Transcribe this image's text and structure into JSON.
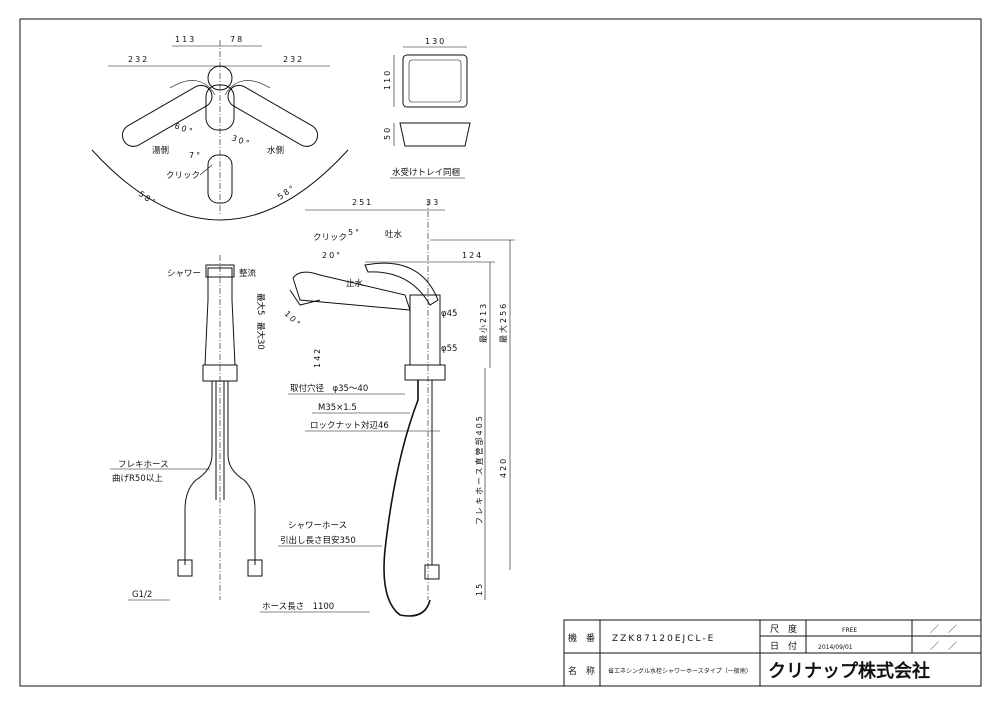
{
  "top_view": {
    "dims": {
      "d113": "113",
      "d78": "78",
      "d232_left": "232",
      "d232_right": "232",
      "d60": "60°",
      "d30": "30°",
      "d7": "7°",
      "d58_left": "58°",
      "d58_right": "58°"
    },
    "labels": {
      "hot_side": "湯側",
      "cold_side": "水側",
      "click": "クリック"
    }
  },
  "tray": {
    "w130": "130",
    "h110": "110",
    "h50": "50",
    "caption": "水受けトレイ同梱"
  },
  "side_view": {
    "dims": {
      "d251": "251",
      "d33": "33",
      "d124": "124",
      "d5": "5°",
      "d20": "20°",
      "d10": "10°",
      "d142": "142",
      "max256": "最大256",
      "min213": "最小213",
      "phi45": "φ45",
      "phi55": "φ55",
      "d405": "フレキホース直管部405",
      "d420": "420",
      "d15": "15"
    },
    "labels": {
      "click": "クリック",
      "spout": "吐水",
      "stop": "止水"
    }
  },
  "front_view": {
    "labels": {
      "shower": "シャワー",
      "rectified": "整流",
      "max5": "最大5",
      "max30": "最大30"
    }
  },
  "notes": {
    "hole": "取付穴径　φ35～40",
    "thread": "M35×1.5",
    "locknut": "ロックナット対辺46",
    "flex_hose": "フレキホース",
    "bend": "曲げR50以上",
    "g12": "G1/2",
    "shower_hose": "シャワーホース",
    "pull_length": "引出し長さ目安350",
    "hose_length": "ホース長さ　1100"
  },
  "title_block": {
    "model_label": "機　番",
    "model": "ZZK87120EJCL-E",
    "scale_label": "尺　度",
    "scale": "FREE",
    "date_label": "日　付",
    "date": "2014/09/01",
    "name_label": "名　称",
    "name": "省エネシングル水栓シャワーホースタイプ（一般地）",
    "slash1": "／　／",
    "slash2": "／　／",
    "company": "クリナップ株式会社"
  }
}
